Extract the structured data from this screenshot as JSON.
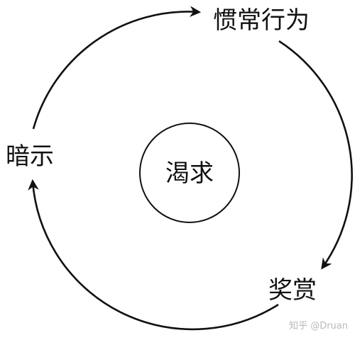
{
  "nodes": {
    "center": "渴求",
    "top_right": "惯常行为",
    "bottom_right": "奖赏",
    "left": "暗示"
  },
  "watermark": "知乎 @Druan",
  "colors": {
    "stroke": "#111111",
    "watermark": "#b9b9b9"
  }
}
